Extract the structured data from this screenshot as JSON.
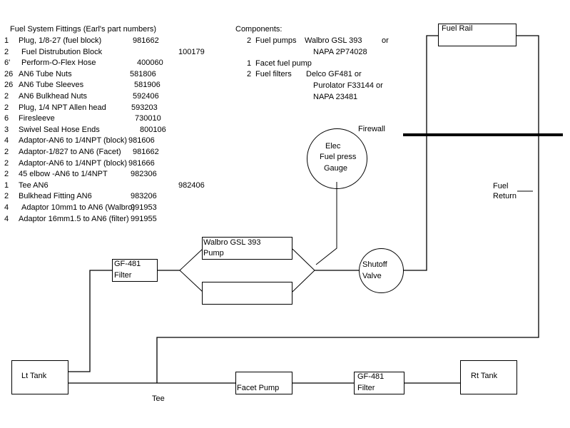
{
  "parts_list": {
    "title": "Fuel System Fittings (Earl's part numbers)",
    "items": [
      {
        "qty": "1",
        "desc": "Plug, 1/8-27 (fuel block)",
        "part": "981662"
      },
      {
        "qty": "2",
        "desc": "Fuel Distrubution Block",
        "part": "100179"
      },
      {
        "qty": "6'",
        "desc": "Perform-O-Flex Hose",
        "part": "400060"
      },
      {
        "qty": "26",
        "desc": "AN6 Tube Nuts",
        "part": "581806"
      },
      {
        "qty": "26",
        "desc": "AN6 Tube Sleeves",
        "part": "581906"
      },
      {
        "qty": "2",
        "desc": "AN6 Bulkhead Nuts",
        "part": "592406"
      },
      {
        "qty": "2",
        "desc": "Plug, 1/4 NPT Allen head",
        "part": "593203"
      },
      {
        "qty": "6",
        "desc": "Firesleeve",
        "part": "730010"
      },
      {
        "qty": "3",
        "desc": "Swivel Seal Hose Ends",
        "part": "800106"
      },
      {
        "qty": "4",
        "desc": "Adaptor-AN6 to 1/4NPT (block)",
        "part": "981606"
      },
      {
        "qty": "2",
        "desc": "Adaptor-1/827 to AN6 (Facet)",
        "part": "981662"
      },
      {
        "qty": "2",
        "desc": "Adaptor-AN6 to 1/4NPT (block)",
        "part": "981666"
      },
      {
        "qty": "2",
        "desc": "45 elbow -AN6 to 1/4NPT",
        "part": "982306"
      },
      {
        "qty": "1",
        "desc": "Tee AN6",
        "part": "982406"
      },
      {
        "qty": "2",
        "desc": "Bulkhead Fitting AN6",
        "part": "983206"
      },
      {
        "qty": "4",
        "desc": "Adaptor 10mm1 to AN6 (Walbro)",
        "part": "991953"
      },
      {
        "qty": "4",
        "desc": "Adaptor 16mm1.5 to AN6 (filter)",
        "part": "991955"
      }
    ]
  },
  "components": {
    "title": "Components:",
    "lines": [
      {
        "qty": "2",
        "name": "Fuel pumps",
        "options": [
          "Walbro GSL 393",
          "NAPA 2P74028"
        ],
        "or": "or"
      },
      {
        "qty": "1",
        "name": "Facet fuel pump",
        "options": []
      },
      {
        "qty": "2",
        "name": "Fuel filters",
        "options": [
          "Delco GF481 or",
          "Purolator F33144 or",
          "NAPA 23481"
        ]
      }
    ]
  },
  "diagram": {
    "fuel_rail": "Fuel Rail",
    "firewall": "Firewall",
    "gauge": [
      "Elec",
      "Fuel press",
      "Gauge"
    ],
    "fuel_return": [
      "Fuel",
      "Return"
    ],
    "walbro_pump": [
      "Walbro GSL 393",
      "Pump"
    ],
    "shutoff_valve": [
      "Shutoff",
      "Valve"
    ],
    "filter_upper": [
      "GF-481",
      "Filter"
    ],
    "filter_lower": [
      "GF-481",
      "Filter"
    ],
    "lt_tank": "Lt Tank",
    "rt_tank": "Rt Tank",
    "facet_pump": "Facet Pump",
    "tee": "Tee"
  }
}
